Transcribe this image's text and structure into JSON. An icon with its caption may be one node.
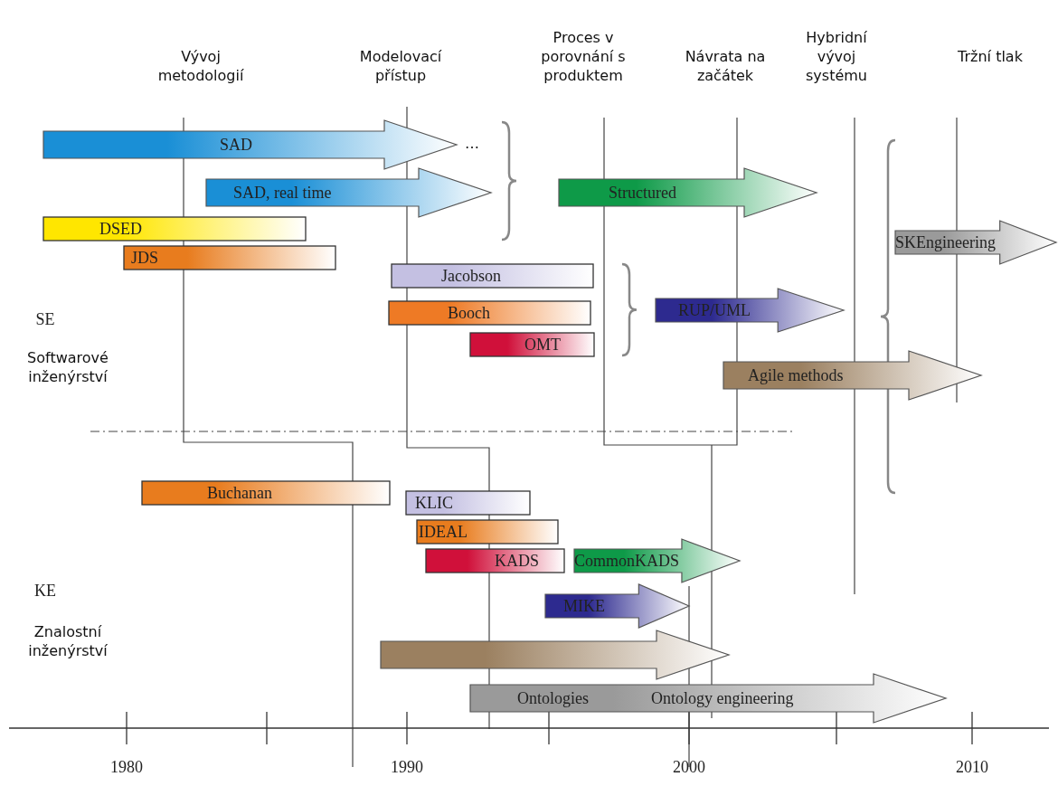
{
  "diagram": {
    "nodes": [
      {
        "text": [
          "SAD"
        ]
      },
      {
        "text": [
          "SAD, real time"
        ]
      },
      {
        "text": [
          "Structured"
        ]
      },
      {
        "text": [
          "DSED"
        ]
      },
      {
        "text": [
          "JDS"
        ]
      },
      {
        "text": [
          "SKEngineering"
        ]
      },
      {
        "text": [
          "Jacobson"
        ]
      },
      {
        "text": [
          "Booch"
        ]
      },
      {
        "text": [
          "RUP/UML"
        ]
      },
      {
        "text": [
          "OMT"
        ]
      },
      {
        "text": [
          "Agile methods"
        ]
      },
      {
        "text": [
          "Buchanan"
        ]
      },
      {
        "text": [
          "KLIC"
        ]
      },
      {
        "text": [
          "IDEAL"
        ]
      },
      {
        "text": [
          "KADS"
        ]
      },
      {
        "text": [
          "CommonKADS"
        ]
      },
      {
        "text": [
          "MIKE"
        ]
      },
      {
        "text": [],
        "shape": "arrow"
      },
      {
        "text": [
          "Ontologies",
          "Ontology engineering"
        ]
      }
    ],
    "labels": [
      "Vývoj metodologií",
      "Modelovací přístup",
      "Proces v porovnání s produktem",
      "Návrata na začátek",
      "Hybridní vývoj systému",
      "Tržní tlak",
      "…",
      "SE",
      "Softwarové inženýrství",
      "KE",
      "Znalostní inženýrství",
      "1980",
      "1990",
      "2000",
      "2010"
    ]
  }
}
